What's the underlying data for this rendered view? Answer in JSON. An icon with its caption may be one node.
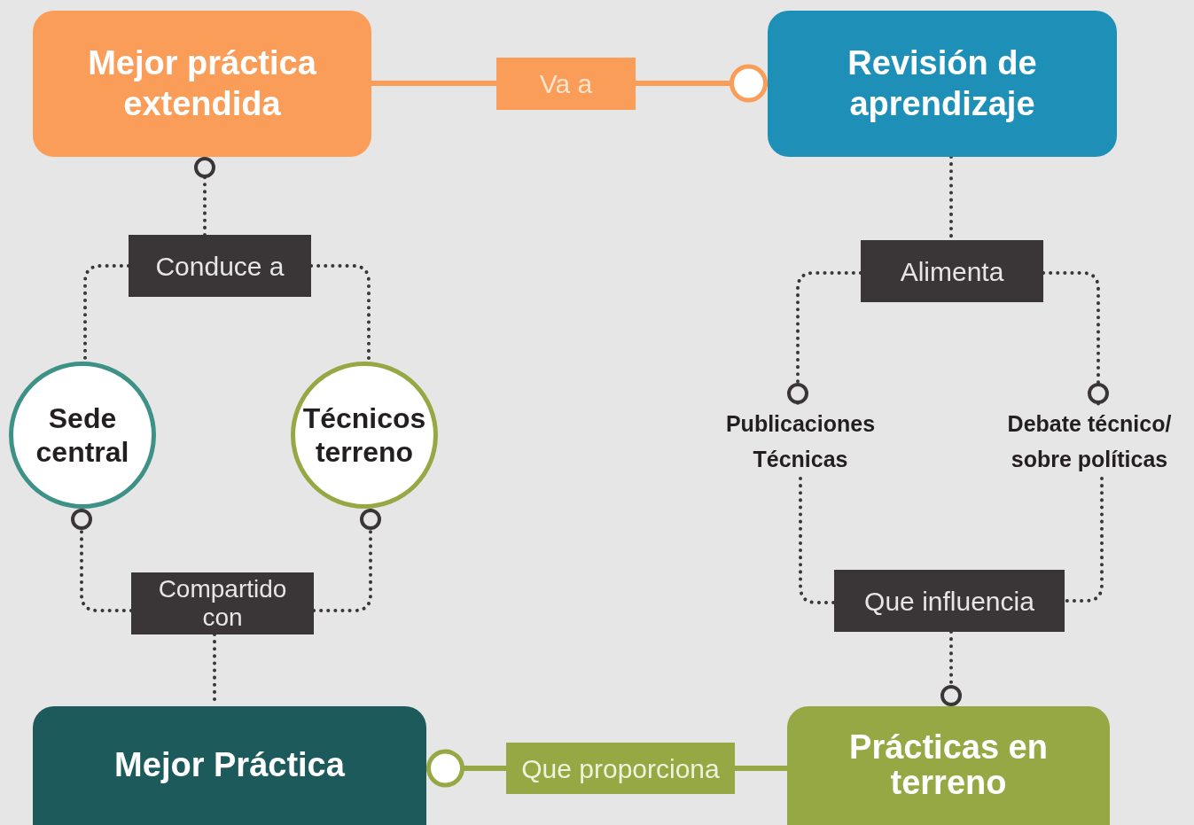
{
  "diagram": {
    "nodes": [
      {
        "text": [
          "Mejor práctica extendida"
        ]
      },
      {
        "text": [
          "Va a"
        ]
      },
      {
        "text": [
          "Revisión de aprendizaje"
        ]
      },
      {
        "text": [
          "Conduce a"
        ]
      },
      {
        "text": [
          "Sede central"
        ]
      },
      {
        "text": [
          "Técnicos terreno"
        ]
      },
      {
        "text": [
          "Compartido con"
        ]
      },
      {
        "text": [
          "Mejor Práctica"
        ]
      },
      {
        "text": [
          "Alimenta"
        ]
      },
      {
        "text": [
          "Publicaciones Técnicas"
        ]
      },
      {
        "text": [
          "Debate técnico/ sobre políticas"
        ]
      },
      {
        "text": [
          "Que influencia"
        ]
      },
      {
        "text": [
          "Prácticas en terreno"
        ]
      },
      {
        "text": [
          "Que proporciona"
        ]
      }
    ],
    "edges": [
      {
        "from": 0,
        "to": 1,
        "arrow": "none",
        "color": "#f99d58"
      },
      {
        "from": 1,
        "to": 2,
        "arrow": "other",
        "color": "#f99d58"
      },
      {
        "from": 3,
        "to": 0,
        "arrow": "other",
        "style": "dashed"
      },
      {
        "from": 3,
        "to": 4,
        "arrow": "none",
        "style": "dashed"
      },
      {
        "from": 3,
        "to": 5,
        "arrow": "none",
        "style": "dashed"
      },
      {
        "from": 6,
        "to": 4,
        "arrow": "other",
        "style": "dashed"
      },
      {
        "from": 6,
        "to": 5,
        "arrow": "other",
        "style": "dashed"
      },
      {
        "from": 6,
        "to": 7,
        "arrow": "none",
        "style": "dashed"
      },
      {
        "from": 2,
        "to": 8,
        "arrow": "none",
        "style": "dashed"
      },
      {
        "from": 8,
        "to": 9,
        "arrow": "other",
        "style": "dashed"
      },
      {
        "from": 8,
        "to": 10,
        "arrow": "other",
        "style": "dashed"
      },
      {
        "from": 9,
        "to": 11,
        "arrow": "none",
        "style": "dashed"
      },
      {
        "from": 10,
        "to": 11,
        "arrow": "none",
        "style": "dashed"
      },
      {
        "from": 11,
        "to": 12,
        "arrow": "other",
        "style": "dashed"
      },
      {
        "from": 12,
        "to": 13,
        "arrow": "none",
        "color": "#95a844"
      },
      {
        "from": 13,
        "to": 7,
        "arrow": "other",
        "color": "#95a844"
      }
    ]
  }
}
